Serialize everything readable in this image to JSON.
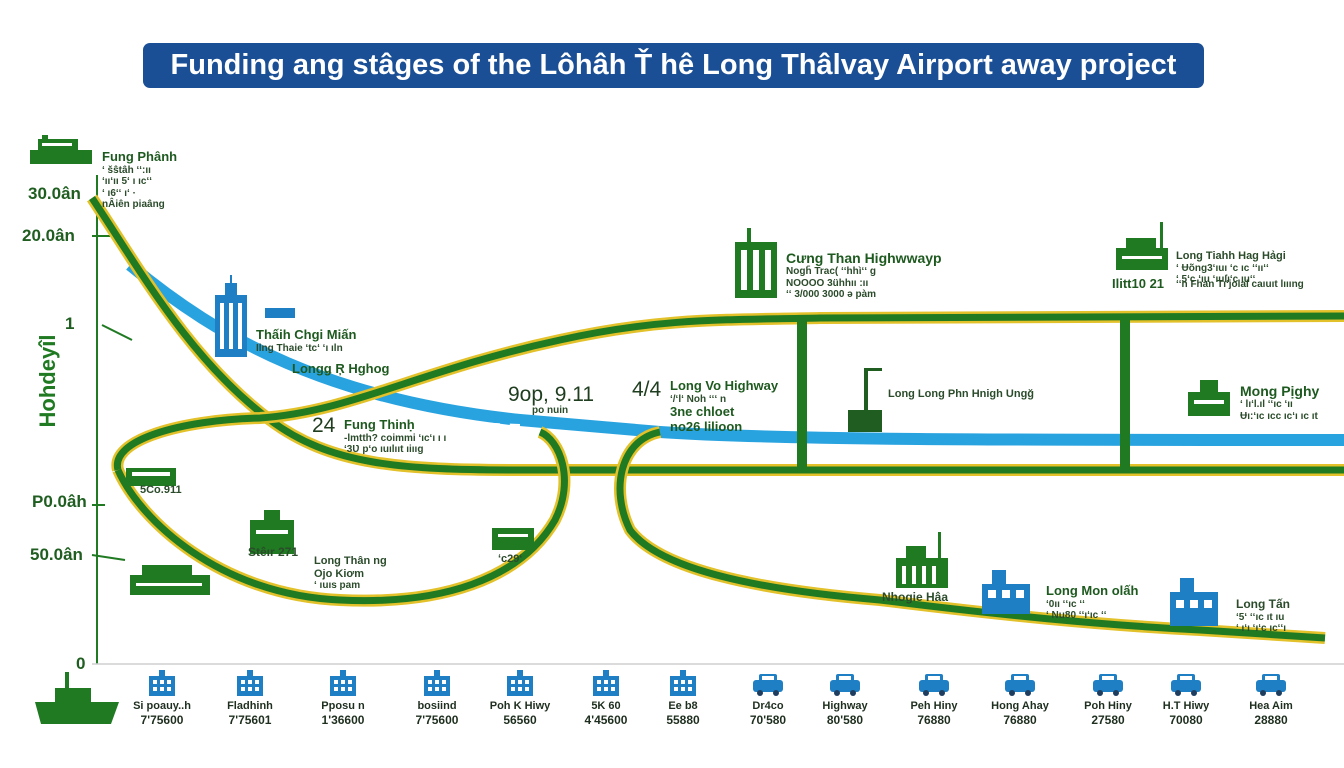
{
  "title": "Funding ang stâges of the Lôhâh Ť hê Long Thâlvay Airport away project",
  "y_axis": {
    "title": "Hohdeyîl",
    "ticks": [
      "30.0ân",
      "20.0ân",
      "1",
      "P0.0âh",
      "50.0ân",
      "0"
    ]
  },
  "labels": {
    "fung_phanh": {
      "heading": "Fung Phânh",
      "lines": [
        "ʻ šŝtâh ʻʻ:ıı",
        "ʻııʻıı 5ʻ ı ıcʻʻ",
        "ʻ ı6ʻʻ ıʻ ·",
        "nÂiên piaâng"
      ]
    },
    "thain_chgi": {
      "heading": "Thấih Chgi Miấn",
      "lines": [
        "Ilng Thaie ʻtcʻ ʻı ıln"
      ]
    },
    "long_hghog": {
      "heading": "Longǥ Ŗ Hghog"
    },
    "fung_thinh": {
      "heading": "Fung Thinḥ",
      "number": "24",
      "lines": [
        "-lmtth? coimmi ʻıcʻı ı ı",
        "ʻ3Ʋ pʻo ıuılııt ıiııg"
      ]
    },
    "gop": {
      "top": "9op, 9.11",
      "bottom": "po nuin"
    },
    "long_vo": {
      "number": "4/4",
      "heading": "Long Vo Highway",
      "lines": [
        "ʻ/ʻlʻ Noh ʻʻʻ n",
        "3ne chloet",
        "no26 lilioon"
      ]
    },
    "cung_than": {
      "heading": "Cưng Than Highwwayp",
      "lines": [
        "Nogh̄ Trac( ʻʻhhìʻʻ ɡ",
        "NOOOO 3ühhıı :ıı",
        "ʻʻ 3/000 3000 ə pàm"
      ]
    },
    "long_tiahh": {
      "heading": "Long Tiahh Hag Hảgi",
      "number": "Ilitt10 21",
      "lines": [
        "ʻ Ʉõng3ʻıuı ʻc ıc ʻʻııʻʻ",
        "ʻ 5ʻc ʻıu ʻıuſıʻc ıuʻʻ",
        "ʻʻn Fhan Tıʻjolal caıuıt lıııng"
      ]
    },
    "long_phn": {
      "heading": "Long Long Phn Hnigh Ungğ"
    },
    "mong_pighy": {
      "heading": "Mong Pịghy",
      "lines": [
        "ʻ lıʻl.ıl ʻʻıc ʻıı",
        "Ʉı:ʻıc ıcc ıcʻı ıc ıt"
      ]
    },
    "sc_911": {
      "heading": "5Co.911"
    },
    "stzir_271": {
      "heading": "Stêır 271"
    },
    "long_than": {
      "heading": "Long Thân ng",
      "lines": [
        "Ojo Kiơm",
        "ʻ ıuıs pam"
      ]
    },
    "c29": {
      "heading": "ʻc29ʻ"
    },
    "nhogie": {
      "heading": "Nhogie Hâa"
    },
    "long_mon": {
      "heading": "Long Mon olấh",
      "lines": [
        "ʻ0ıı ʻʻıc ʻʻ",
        "ʻ Nu80 ʻʻıʻıc ʻʻ"
      ]
    },
    "long_tan": {
      "heading": "Long Tấn",
      "lines": [
        "ʻ5ʻ ʻʻıc ıt ıu",
        "ʻ ıʻı ʻıʻc ıcʻʻı"
      ]
    }
  },
  "bottom_items": [
    {
      "name": "Si poauy..h",
      "value": "7'75600",
      "icon": "building-icon"
    },
    {
      "name": "Fladhinh",
      "value": "7'75601",
      "icon": "building-icon"
    },
    {
      "name": "Pposu n",
      "value": "1'36600",
      "icon": "building-icon"
    },
    {
      "name": "bosiind",
      "value": "7'75600",
      "icon": "building-icon"
    },
    {
      "name": "Poh K Hiwy",
      "value": "56560",
      "icon": "building-icon"
    },
    {
      "name": "5K 60",
      "value": "4'45600",
      "icon": "building-icon"
    },
    {
      "name": "Ee b8",
      "value": "55880",
      "icon": "building-icon"
    },
    {
      "name": "Dr4co",
      "value": "70'580",
      "icon": "car-icon"
    },
    {
      "name": "Highway",
      "value": "80'580",
      "icon": "car-icon"
    },
    {
      "name": "Peh Hiny",
      "value": "76880",
      "icon": "car-icon"
    },
    {
      "name": "Hong Ahay",
      "value": "76880",
      "icon": "car-icon"
    },
    {
      "name": "Poh Hiny",
      "value": "27580",
      "icon": "car-icon"
    },
    {
      "name": "H.T Hiwy",
      "value": "70080",
      "icon": "car-icon"
    },
    {
      "name": "Hea Aim",
      "value": "28880",
      "icon": "car-icon"
    }
  ],
  "colors": {
    "title_bg": "#1a4f96",
    "road_green": "#1f7a22",
    "road_yellow": "#e2c12a",
    "water_blue": "#29a3e0",
    "icon_blue": "#1f7fc4"
  }
}
